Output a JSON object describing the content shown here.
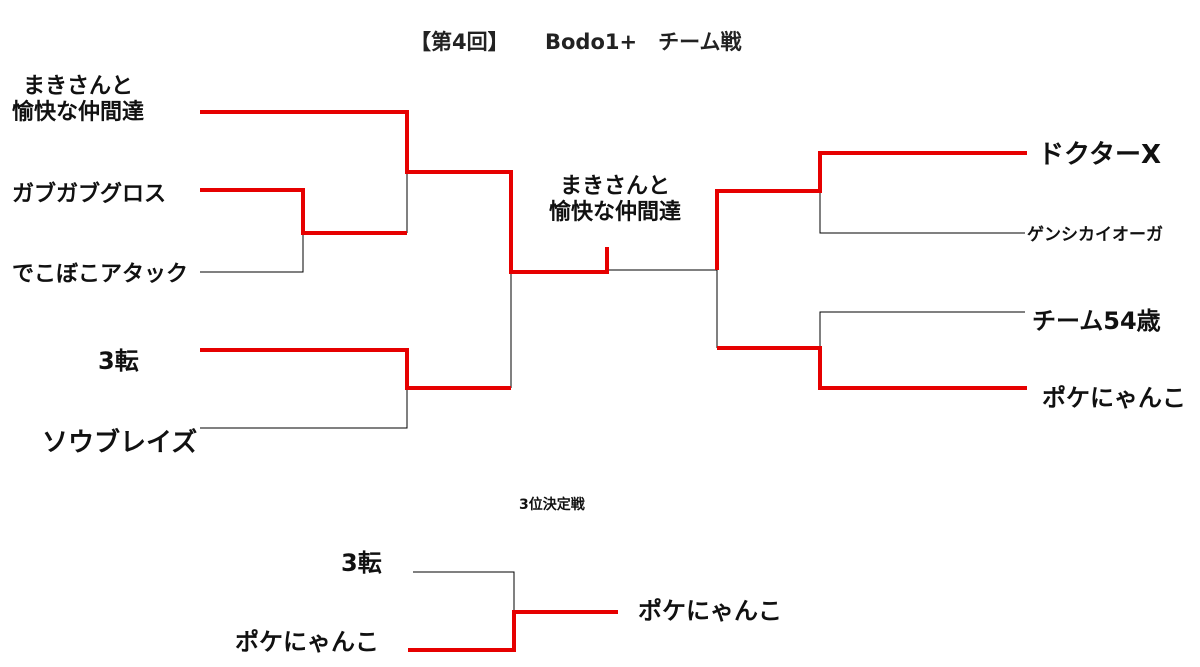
{
  "title": {
    "edition": "【第4回】",
    "event": "Bodo1+　チーム戦"
  },
  "teams": {
    "left_1_line1": "まきさんと",
    "left_1_line2": "愉快な仲間達",
    "left_2": "ガブガブグロス",
    "left_3": "でこぼこアタック",
    "left_4": "3転",
    "left_5": "ソウブレイズ",
    "right_1": "ドクターX",
    "right_2": "ゲンシカイオーガ",
    "right_3": "チーム54歳",
    "right_4": "ポケにゃんこ"
  },
  "champion": {
    "line1": "まきさんと",
    "line2": "愉快な仲間達"
  },
  "third_place": {
    "heading": "3位決定戦",
    "team_a": "3転",
    "team_b": "ポケにゃんこ",
    "winner": "ポケにゃんこ"
  },
  "colors": {
    "winner_line": "#e60000",
    "loser_line": "#000000"
  }
}
